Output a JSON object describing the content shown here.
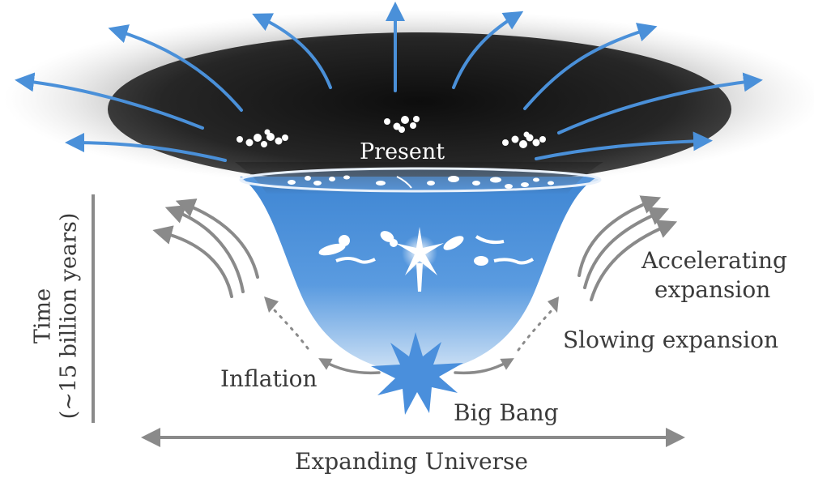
{
  "labels": {
    "present": "Present",
    "accelerating_line1": "Accelerating",
    "accelerating_line2": "expansion",
    "slowing": "Slowing expansion",
    "inflation": "Inflation",
    "big_bang": "Big Bang",
    "expanding_universe": "Expanding Universe",
    "time_line1": "Time",
    "time_line2": "(~15 billion years)"
  },
  "colors": {
    "outer_arrows": "#4a90d9",
    "gray_arrows": "#8a8a8a",
    "funnel_top": "#4f8fd6",
    "funnel_bottom": "#c8ddf2",
    "dark_space": "#1a1a1a",
    "big_bang_star": "#4a8fdc",
    "text": "#3a3a3a"
  },
  "icons": [
    "big-bang-starburst-icon",
    "galaxy-cluster-icon",
    "outward-arrow-icon"
  ]
}
